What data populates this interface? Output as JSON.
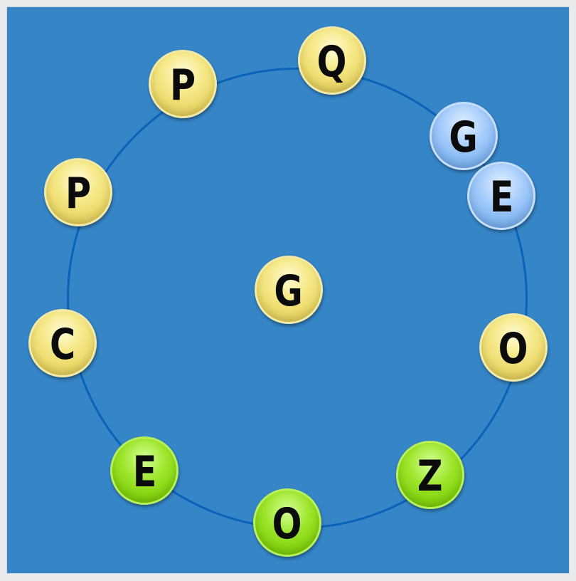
{
  "center_tile": {
    "letter": "G",
    "color": "yellow"
  },
  "ring_tiles": [
    {
      "letter": "Q",
      "color": "yellow"
    },
    {
      "letter": "G",
      "color": "blue"
    },
    {
      "letter": "E",
      "color": "blue"
    },
    {
      "letter": "O",
      "color": "yellow"
    },
    {
      "letter": "Z",
      "color": "green"
    },
    {
      "letter": "O",
      "color": "green"
    },
    {
      "letter": "E",
      "color": "green"
    },
    {
      "letter": "C",
      "color": "yellow"
    },
    {
      "letter": "P",
      "color": "yellow"
    },
    {
      "letter": "P",
      "color": "yellow"
    }
  ],
  "colors": {
    "board": "#3585c7",
    "ring": "#0a63b8",
    "yellow": "#f6ea8c",
    "blue": "#a6cdfb",
    "green": "#9ee62d"
  }
}
